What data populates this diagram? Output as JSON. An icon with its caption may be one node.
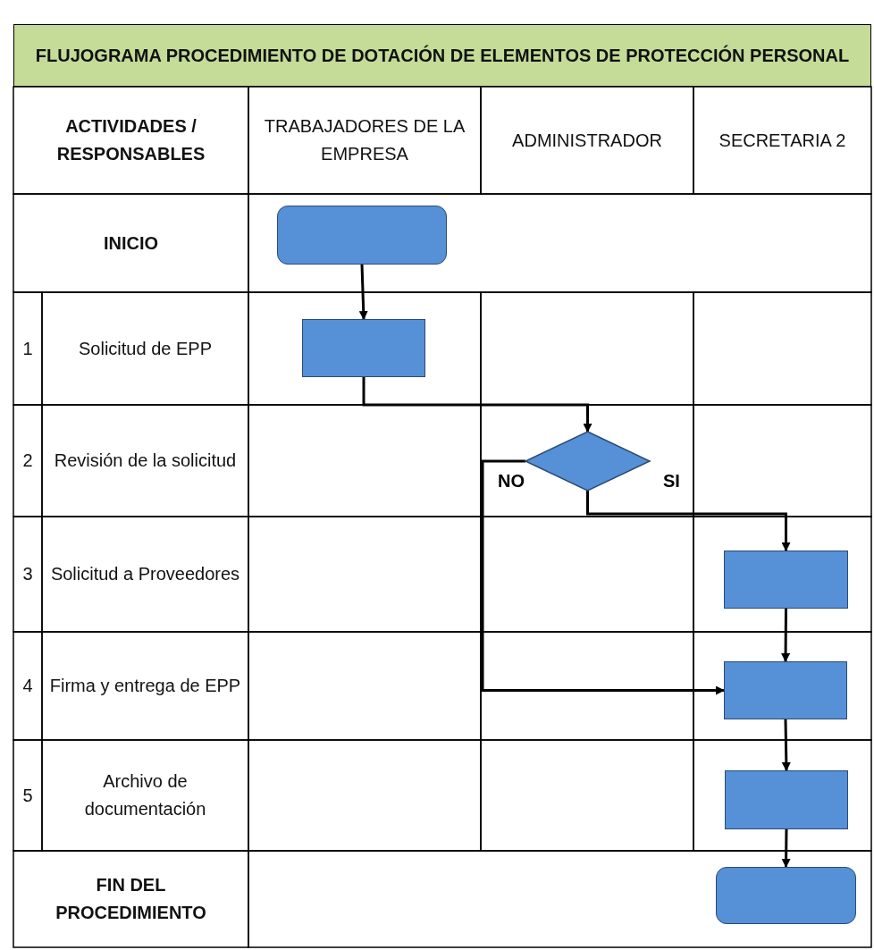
{
  "diagram": {
    "title": "FLUJOGRAMA PROCEDIMIENTO DE DOTACIÓN DE ELEMENTOS DE PROTECCIÓN PERSONAL",
    "nodes": [
      {
        "text": [],
        "shape": "box"
      },
      {
        "text": [],
        "shape": "box"
      },
      {
        "text": [],
        "shape": "diamond"
      },
      {
        "text": [],
        "shape": "box"
      },
      {
        "text": [],
        "shape": "box"
      },
      {
        "text": [],
        "shape": "box"
      },
      {
        "text": [],
        "shape": "box"
      }
    ],
    "edges": [
      {
        "from": 0,
        "to": 1,
        "arrow": "to"
      },
      {
        "from": 1,
        "to": 2,
        "arrow": "to"
      },
      {
        "from": 2,
        "to": 3,
        "arrow": "to",
        "label": "SI"
      },
      {
        "from": 2,
        "to": 4,
        "arrow": "to",
        "label": "NO"
      },
      {
        "from": 3,
        "to": 4,
        "arrow": "to"
      },
      {
        "from": 4,
        "to": 5,
        "arrow": "to"
      },
      {
        "from": 5,
        "to": 6,
        "arrow": "to"
      }
    ],
    "labels": [
      "ACTIVIDADES / RESPONSABLES",
      "TRABAJADORES DE LA EMPRESA",
      "ADMINISTRADOR",
      "SECRETARIA 2",
      "INICIO",
      "1",
      "Solicitud de EPP",
      "2",
      "Revisión de la solicitud",
      "3",
      "Solicitud a Proveedores",
      "4",
      "Firma y entrega de EPP",
      "5",
      "Archivo de documentación",
      "FIN DEL PROCEDIMIENTO"
    ]
  }
}
